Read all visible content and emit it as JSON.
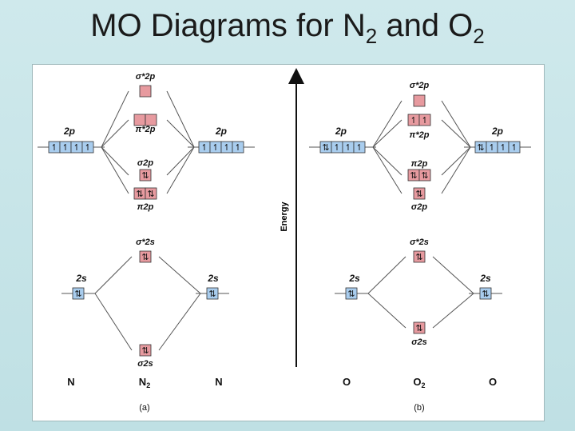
{
  "title": {
    "main": "MO Diagrams for N",
    "sub1": "2",
    "mid": " and O",
    "sub2": "2"
  },
  "axis": {
    "energy_label": "Energy"
  },
  "panel_a": {
    "left_atom": "N",
    "molecule": "N",
    "molecule_sub": "2",
    "right_atom": "N",
    "caption": "(a)",
    "ao_2p_label": "2p",
    "ao_2s_label": "2s",
    "mo_labels": {
      "sigma_star_2p": "σ*2p",
      "pi_star_2p": "π*2p",
      "sigma_2p": "σ2p",
      "pi_2p": "π2p",
      "sigma_star_2s": "σ*2s",
      "sigma_2s": "σ2s"
    }
  },
  "panel_b": {
    "left_atom": "O",
    "molecule": "O",
    "molecule_sub": "2",
    "right_atom": "O",
    "caption": "(b)",
    "ao_2p_label": "2p",
    "ao_2s_label": "2s",
    "mo_labels": {
      "sigma_star_2p": "σ*2p",
      "pi_star_2p": "π*2p",
      "pi_2p": "π2p",
      "sigma_2p": "σ2p",
      "sigma_star_2s": "σ*2s",
      "sigma_2s": "σ2s"
    }
  },
  "colors": {
    "atomic_orbital": "#a9cdee",
    "molecular_orbital": "#e79a9f",
    "line": "#555555"
  },
  "electron_symbols": {
    "paired": "⇅",
    "single": "↿"
  }
}
